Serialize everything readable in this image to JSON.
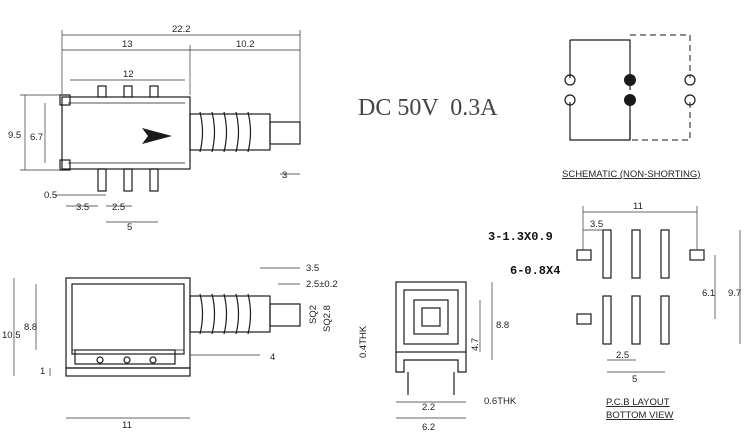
{
  "rating": "DC 50V  0.3A",
  "schematic_label": "SCHEMATIC (NON-SHORTING)",
  "pcb_label": "P.C.B LAYOUT",
  "bottom_label": "BOTTOM VIEW",
  "callouts": {
    "pads_large": "3-1.3X0.9",
    "pads_small": "6-0.8X4"
  },
  "dims": {
    "total_length": "22.2",
    "body_length": "13",
    "plunger_length": "10.2",
    "pin_span": "12",
    "height": "9.5",
    "inner_height": "6.7",
    "plunger_tip": "3",
    "offset_small": "0.5",
    "pin_pitch_a": "3.5",
    "pin_pitch_b": "2.5",
    "pin_pitch_c": "5",
    "side_offset": "3.5",
    "stem_width": "2.5±0.2",
    "stem_sq": "SQ2",
    "stem_sq_b": "SQ2.8",
    "stem_depth": "4",
    "side_height": "10.5",
    "side_inner": "8.8",
    "side_base": "1",
    "side_length": "11",
    "front_thk": "0.4THK",
    "front_h1": "4.7",
    "front_h2": "8.8",
    "front_w1": "2.2",
    "front_w2": "6.2",
    "front_pin_thk": "0.6THK",
    "pcb_w": "11",
    "pcb_pitch": "3.5",
    "pcb_h1": "6.1",
    "pcb_h2": "9.7",
    "pcb_p1": "2.5",
    "pcb_p2": "5"
  }
}
